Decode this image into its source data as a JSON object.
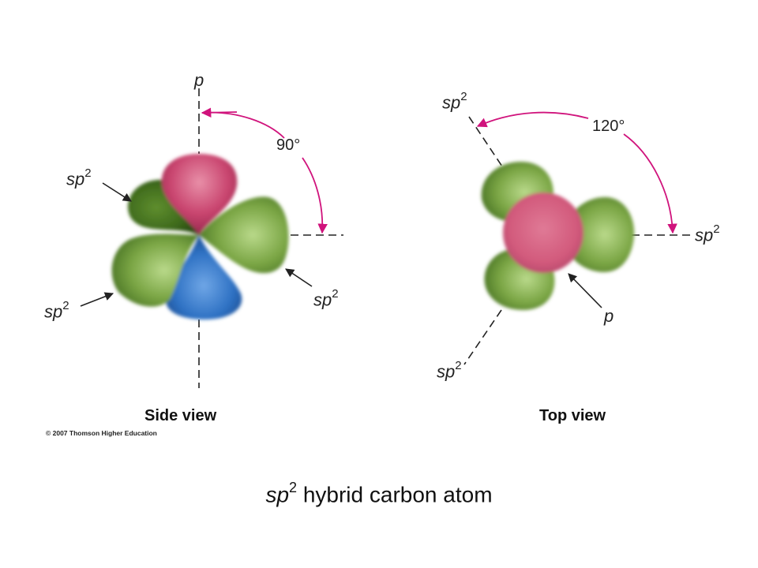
{
  "side_view": {
    "title": "Side view",
    "axis_top_label": "p",
    "angle_label": "90°",
    "orbital_labels": [
      "sp",
      "sp",
      "sp"
    ],
    "superscript": "2"
  },
  "top_view": {
    "title": "Top view",
    "angle_label": "120°",
    "orbital_labels": [
      "sp",
      "sp",
      "sp"
    ],
    "superscript": "2",
    "p_label": "p"
  },
  "copyright": "© 2007 Thomson Higher Education",
  "caption": {
    "prefix_italic": "sp",
    "superscript": "2",
    "text": " hybrid carbon atom"
  },
  "colors": {
    "pink_lobe": "#c9456f",
    "green_lobe": "#6f9a38",
    "blue_lobe": "#2f72c4",
    "angle_arrow": "#d0137c",
    "axis_dash": "#222222"
  }
}
